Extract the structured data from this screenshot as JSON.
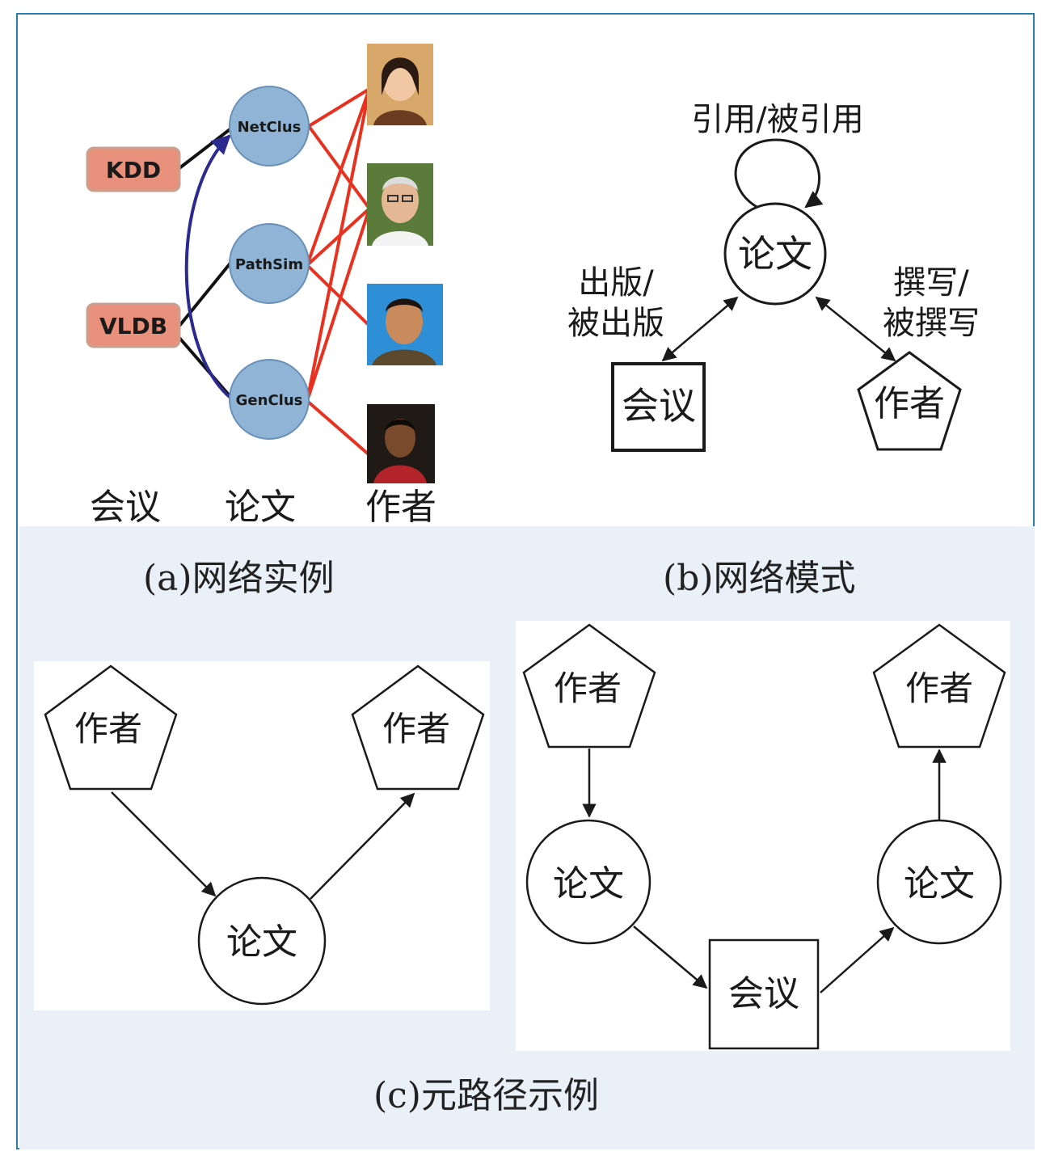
{
  "panel_a": {
    "caption": "(a)网络实例",
    "venues": [
      "KDD",
      "VLDB"
    ],
    "papers": [
      "NetClus",
      "PathSim",
      "GenClus"
    ],
    "column_labels": [
      "会议",
      "论文",
      "作者"
    ],
    "author_photos": [
      "author-photo-1",
      "author-photo-2",
      "author-photo-3",
      "author-photo-4"
    ],
    "colors": {
      "venue_fill": "#e8907c",
      "paper_fill": "#8fb4d6",
      "author_edge": "#e8311f",
      "citation_edge": "#2b2a8f",
      "venue_edge": "#111111"
    }
  },
  "panel_b": {
    "caption": "(b)网络模式",
    "paper_node": "论文",
    "venue_node": "会议",
    "author_node": "作者",
    "self_loop_label": "引用/被引用",
    "venue_edge_label_1": "出版/",
    "venue_edge_label_2": "被出版",
    "author_edge_label_1": "撰写/",
    "author_edge_label_2": "被撰写"
  },
  "panel_c": {
    "caption": "(c)元路径示例",
    "left": {
      "author_a": "作者",
      "paper": "论文",
      "author_b": "作者"
    },
    "right": {
      "author_a": "作者",
      "paper_a": "论文",
      "venue": "会议",
      "paper_b": "论文",
      "author_b": "作者"
    }
  }
}
